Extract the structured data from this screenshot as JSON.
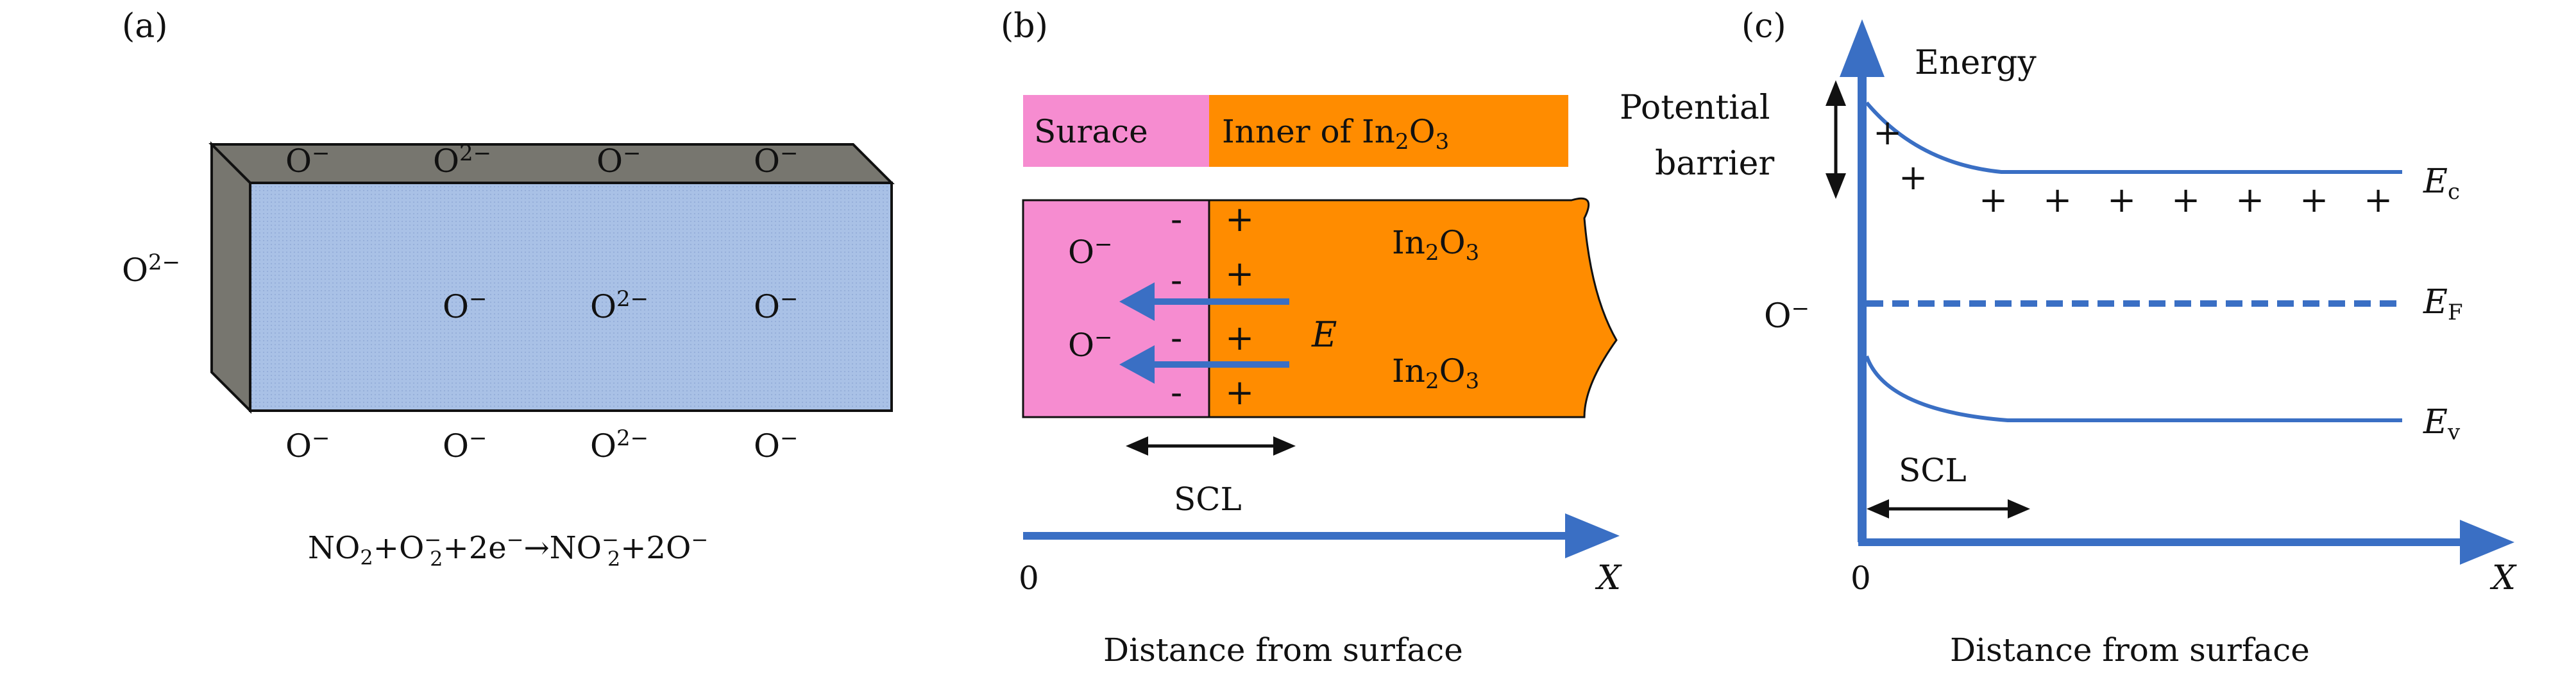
{
  "panels": {
    "a": {
      "label": "(a)",
      "ion_o2m": "O",
      "ion_om": "O",
      "sup_2m": "2−",
      "sup_m": "−",
      "equation": {
        "no": "NO",
        "sub2": "2",
        "plus1": "+",
        "o": "O",
        "sup_minus": "−",
        "plus2": "+2e",
        "arrow": "→",
        "plus3": "+2O"
      }
    },
    "b": {
      "label": "(b)",
      "surface_label": "Surace",
      "inner_label_prefix": "Inner of In",
      "inner_sub2": "2",
      "inner_o": "O",
      "inner_sub3": "3",
      "in2o3_prefix": "In",
      "in2o3_sub2": "2",
      "in2o3_o": "O",
      "in2o3_sub3": "3",
      "o_ion": "O",
      "o_sup": "−",
      "minus": "-",
      "plus": "+",
      "field_label": "E",
      "scl_label": "SCL",
      "origin": "0",
      "x_axis": "X",
      "xlabel": "Distance from surface"
    },
    "c": {
      "label": "(c)",
      "energy_label": "Energy",
      "barrier_line1": "Potential",
      "barrier_line2": "barrier",
      "o_ion": "O",
      "o_sup": "−",
      "plus": "+",
      "ec": "E",
      "ec_sub": "c",
      "ef": "E",
      "ef_sub": "F",
      "ev": "E",
      "ev_sub": "v",
      "scl_label": "SCL",
      "origin": "0",
      "x_axis": "X",
      "xlabel": "Distance from surface"
    }
  },
  "colors": {
    "blue_axis": "#3a6fc4",
    "pink": "#f68cd0",
    "orange": "#ff8c00",
    "slab_front": "#a9c1e6",
    "slab_side": "#77766f"
  }
}
